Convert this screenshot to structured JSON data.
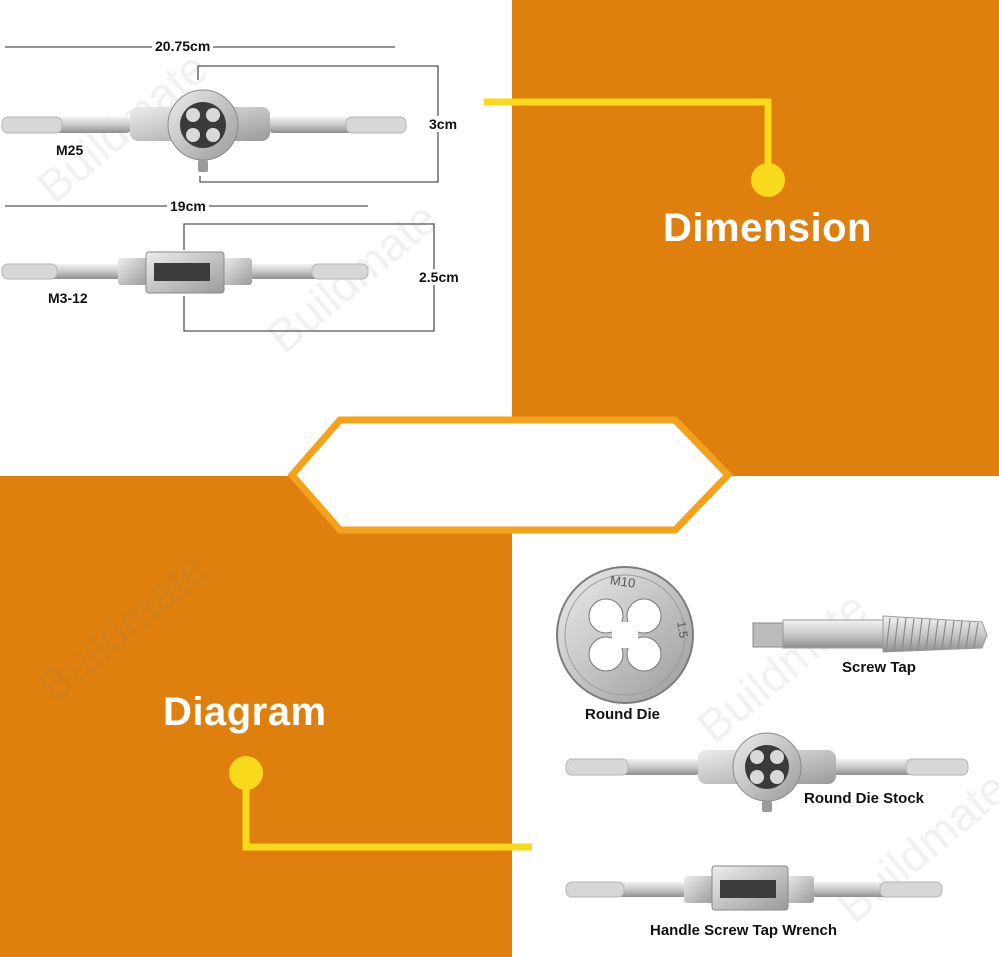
{
  "watermark": "Buildmate",
  "colors": {
    "orange": "#df800e",
    "yellow": "#f8d91b",
    "outline": "#f4a21c"
  },
  "dimension": {
    "heading": "Dimension",
    "m25": {
      "name": "M25",
      "length": "20.75cm",
      "height": "3cm"
    },
    "m3_12": {
      "name": "M3-12",
      "length": "19cm",
      "height": "2.5cm"
    }
  },
  "diagram": {
    "heading": "Diagram",
    "parts": {
      "round_die": "Round Die",
      "screw_tap": "Screw Tap",
      "round_die_stock": "Round Die Stock",
      "tap_wrench": "Handle Screw Tap Wrench"
    },
    "die_markings": {
      "size": "M10",
      "pitch": "1.5"
    }
  }
}
